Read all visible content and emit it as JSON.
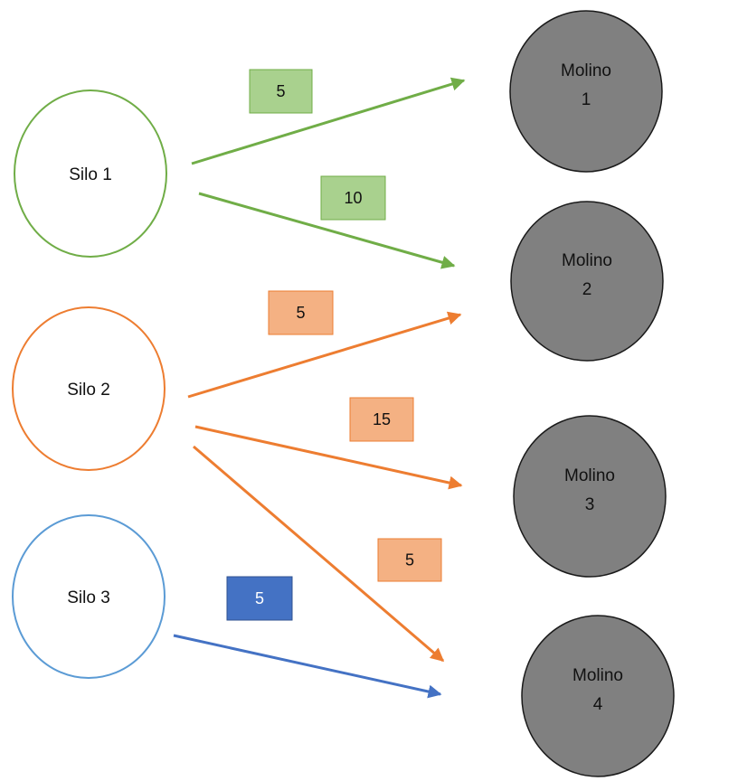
{
  "silos": [
    {
      "id": "s1",
      "label": "Silo 1",
      "color": "#70ad47"
    },
    {
      "id": "s2",
      "label": "Silo 2",
      "color": "#ed7d31"
    },
    {
      "id": "s3",
      "label": "Silo 3",
      "color": "#5b9bd5"
    }
  ],
  "molinos": [
    {
      "id": "m1",
      "line1": "Molino",
      "line2": "1"
    },
    {
      "id": "m2",
      "line1": "Molino",
      "line2": "2"
    },
    {
      "id": "m3",
      "line1": "Molino",
      "line2": "3"
    },
    {
      "id": "m4",
      "line1": "Molino",
      "line2": "4"
    }
  ],
  "molino_fill": "#808080",
  "flows": [
    {
      "from": "s1",
      "to": "m1",
      "value": "5",
      "color": "#70ad47",
      "box_fill": "#a9d18e",
      "box_stroke": "#70ad47",
      "text_color": "#111111"
    },
    {
      "from": "s1",
      "to": "m2",
      "value": "10",
      "color": "#70ad47",
      "box_fill": "#a9d18e",
      "box_stroke": "#70ad47",
      "text_color": "#111111"
    },
    {
      "from": "s2",
      "to": "m2",
      "value": "5",
      "color": "#ed7d31",
      "box_fill": "#f4b183",
      "box_stroke": "#ed7d31",
      "text_color": "#111111"
    },
    {
      "from": "s2",
      "to": "m3",
      "value": "15",
      "color": "#ed7d31",
      "box_fill": "#f4b183",
      "box_stroke": "#ed7d31",
      "text_color": "#111111"
    },
    {
      "from": "s2",
      "to": "m4",
      "value": "5",
      "color": "#ed7d31",
      "box_fill": "#f4b183",
      "box_stroke": "#ed7d31",
      "text_color": "#111111"
    },
    {
      "from": "s3",
      "to": "m4",
      "value": "5",
      "color": "#4472c4",
      "box_fill": "#4472c4",
      "box_stroke": "#2f528f",
      "text_color": "#ffffff"
    }
  ]
}
